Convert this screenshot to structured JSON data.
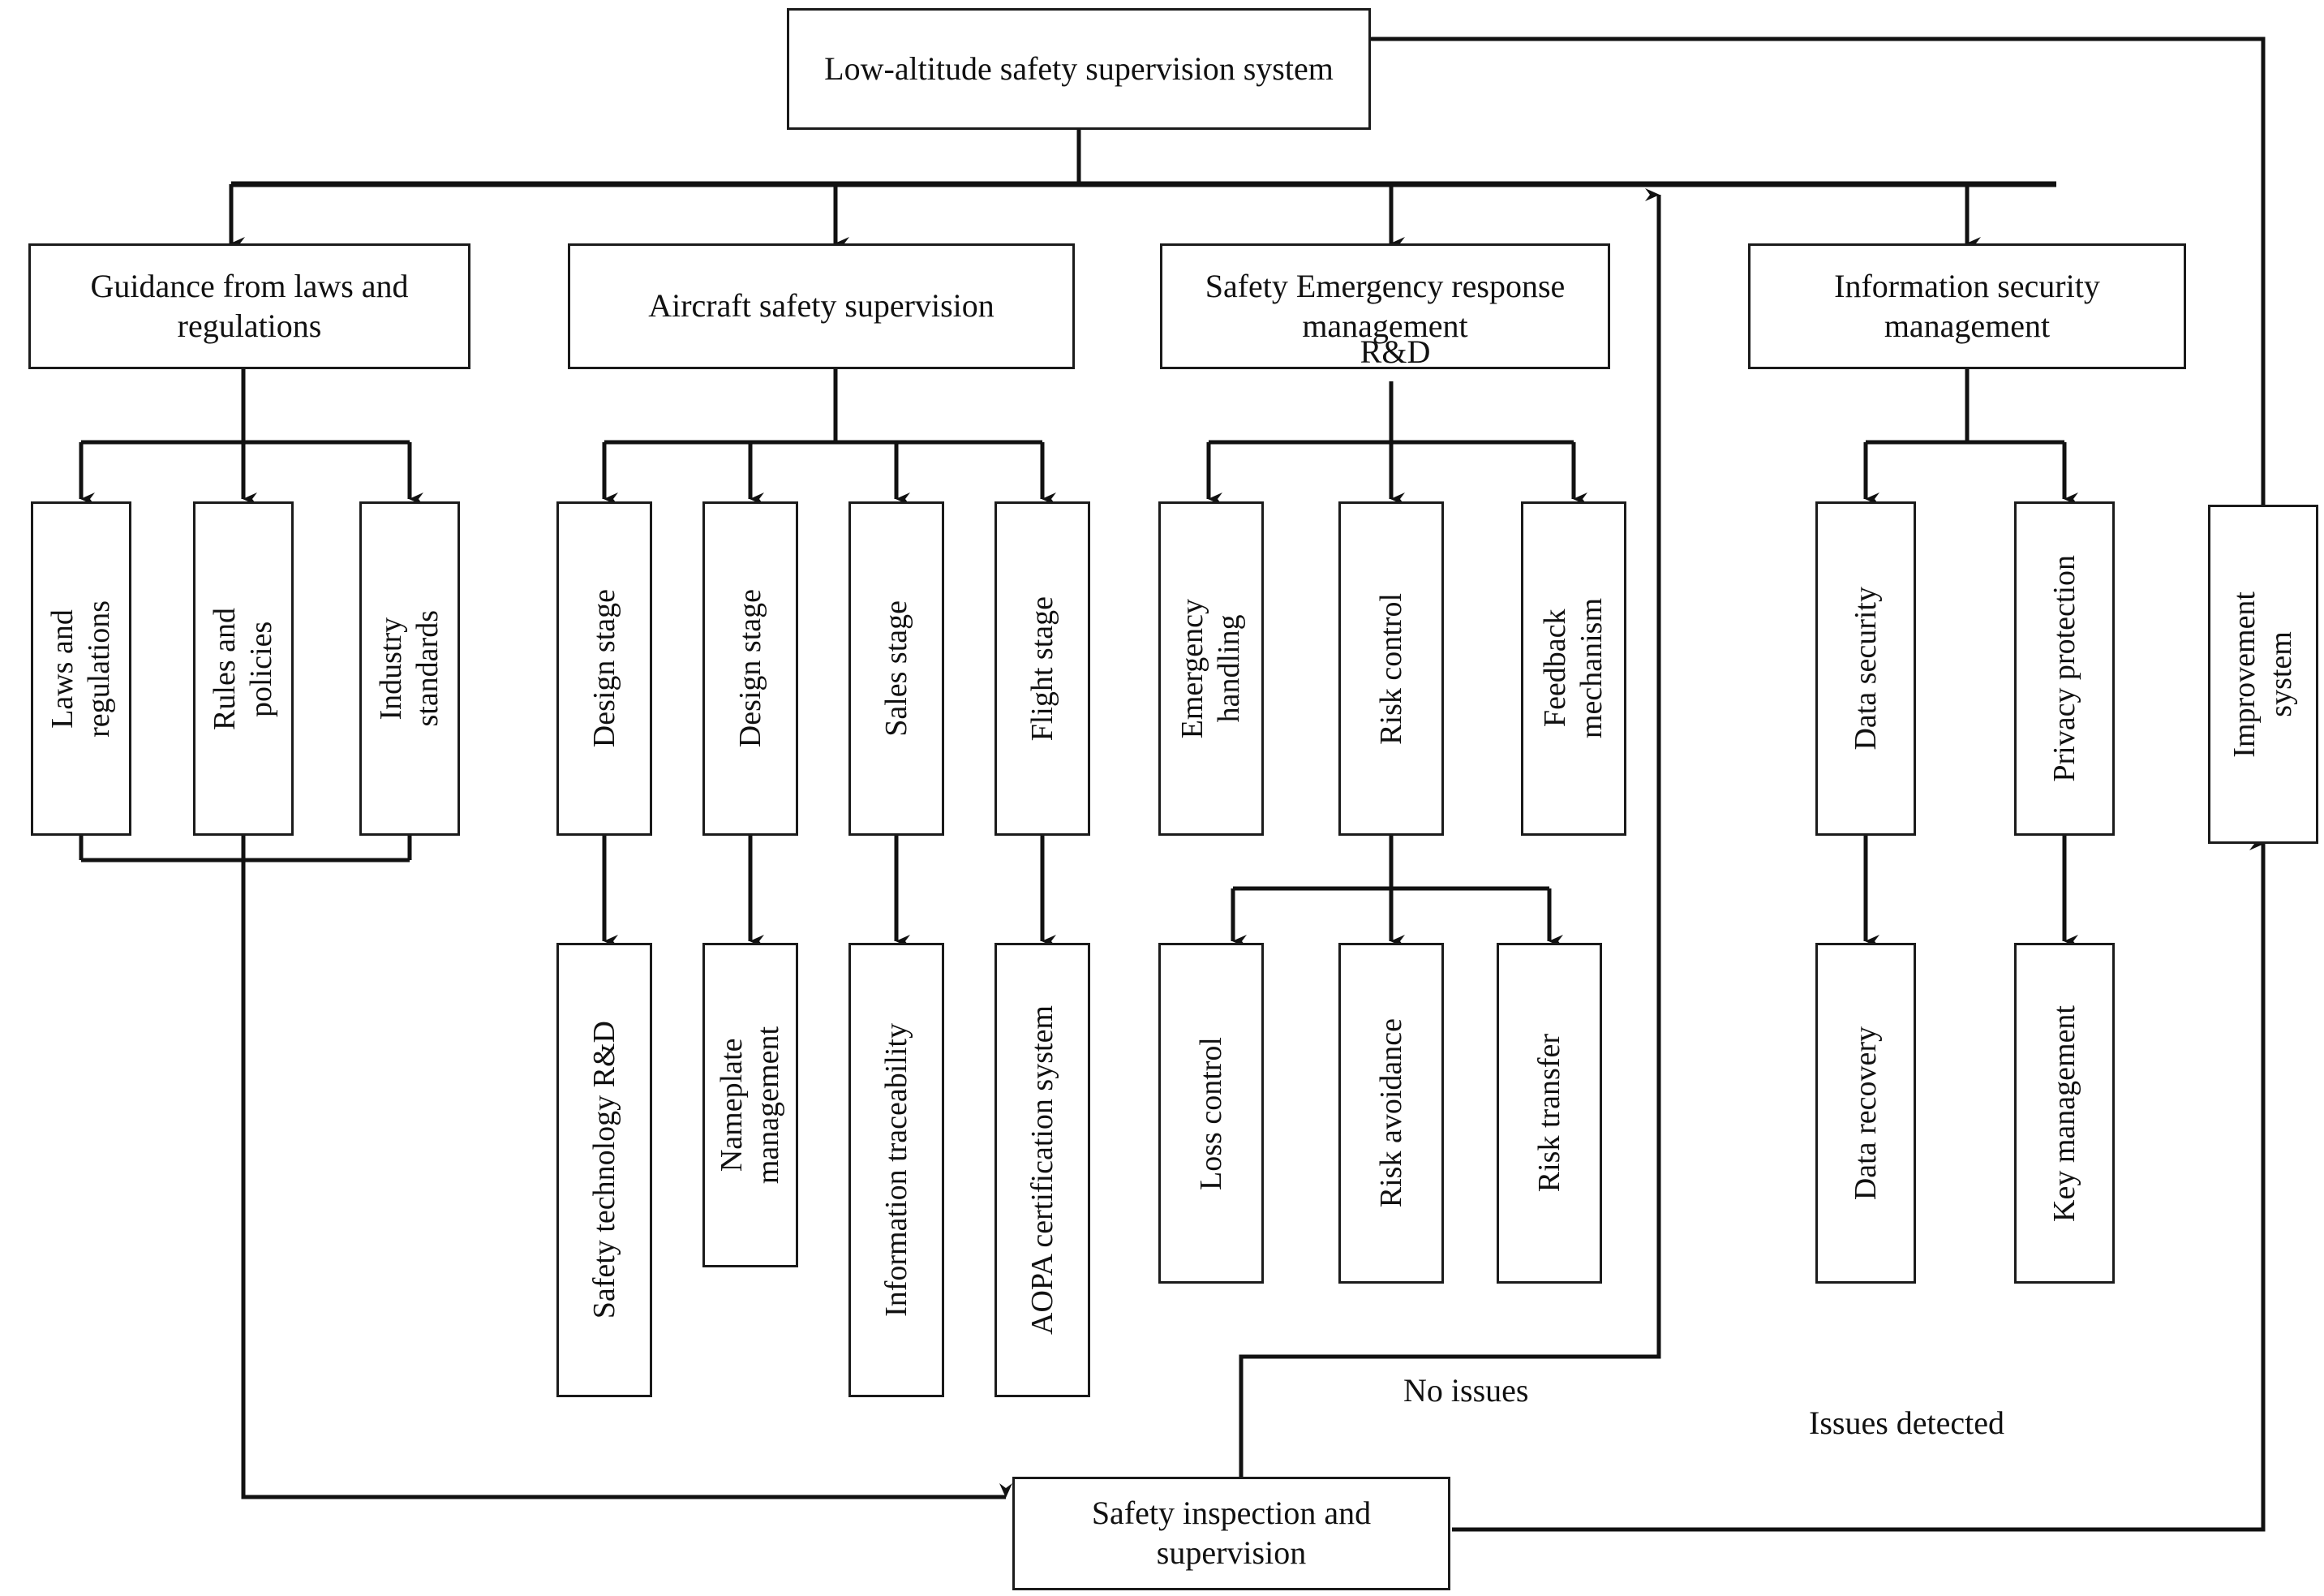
{
  "diagram": {
    "title": "Low-altitude safety supervision system",
    "type": "flowchart",
    "root": {
      "label": "Low-altitude safety supervision\nsystem"
    },
    "pillars": [
      {
        "id": "laws",
        "label": "Guidance from laws and\nregulations"
      },
      {
        "id": "aircraft",
        "label": "Aircraft safety supervision"
      },
      {
        "id": "emergency",
        "label": "Safety Emergency\nresponse management",
        "overflow_label": "R&D"
      },
      {
        "id": "infosec",
        "label": "Information security\nmanagement"
      }
    ],
    "level3": [
      {
        "id": "laws-1",
        "label": "Laws and\nregulations",
        "group": "laws"
      },
      {
        "id": "laws-2",
        "label": "Rules and\npolicies",
        "group": "laws"
      },
      {
        "id": "laws-3",
        "label": "Industry\nstandards",
        "group": "laws"
      },
      {
        "id": "air-1",
        "label": "Design stage",
        "group": "aircraft"
      },
      {
        "id": "air-2",
        "label": "Design stage",
        "group": "aircraft"
      },
      {
        "id": "air-3",
        "label": "Sales stage",
        "group": "aircraft"
      },
      {
        "id": "air-4",
        "label": "Flight stage",
        "group": "aircraft"
      },
      {
        "id": "emg-1",
        "label": "Emergency\nhandling",
        "group": "emergency"
      },
      {
        "id": "emg-2",
        "label": "Risk control",
        "group": "emergency"
      },
      {
        "id": "emg-3",
        "label": "Feedback\nmechanism",
        "group": "emergency"
      },
      {
        "id": "sec-1",
        "label": "Data security",
        "group": "infosec"
      },
      {
        "id": "sec-2",
        "label": "Privacy protection",
        "group": "infosec"
      }
    ],
    "level4": [
      {
        "id": "air4-1",
        "label": "Safety technology R&D",
        "parent": "air-1"
      },
      {
        "id": "air4-2",
        "label": "Nameplate\nmanagement",
        "parent": "air-2"
      },
      {
        "id": "air4-3",
        "label": "Information traceability",
        "parent": "air-3"
      },
      {
        "id": "air4-4",
        "label": "AOPA certification system",
        "parent": "air-4"
      },
      {
        "id": "risk-1",
        "label": "Loss control",
        "parent": "emg-2"
      },
      {
        "id": "risk-2",
        "label": "Risk avoidance",
        "parent": "emg-2"
      },
      {
        "id": "risk-3",
        "label": "Risk transfer",
        "parent": "emg-2"
      },
      {
        "id": "sec4-1",
        "label": "Data recovery",
        "parent": "sec-1"
      },
      {
        "id": "sec4-2",
        "label": "Key management",
        "parent": "sec-2"
      }
    ],
    "feedback": {
      "improvement": {
        "id": "improvement",
        "label": "Improvement\nsystem"
      },
      "inspection": {
        "id": "inspection",
        "label": "Safety inspection and\nsupervision"
      },
      "labels": {
        "no_issues": "No issues",
        "issues_detected": "Issues detected"
      }
    },
    "colors": {
      "stroke": "#1b1b1b",
      "fill": "#ffffff",
      "text": "#111111"
    }
  }
}
